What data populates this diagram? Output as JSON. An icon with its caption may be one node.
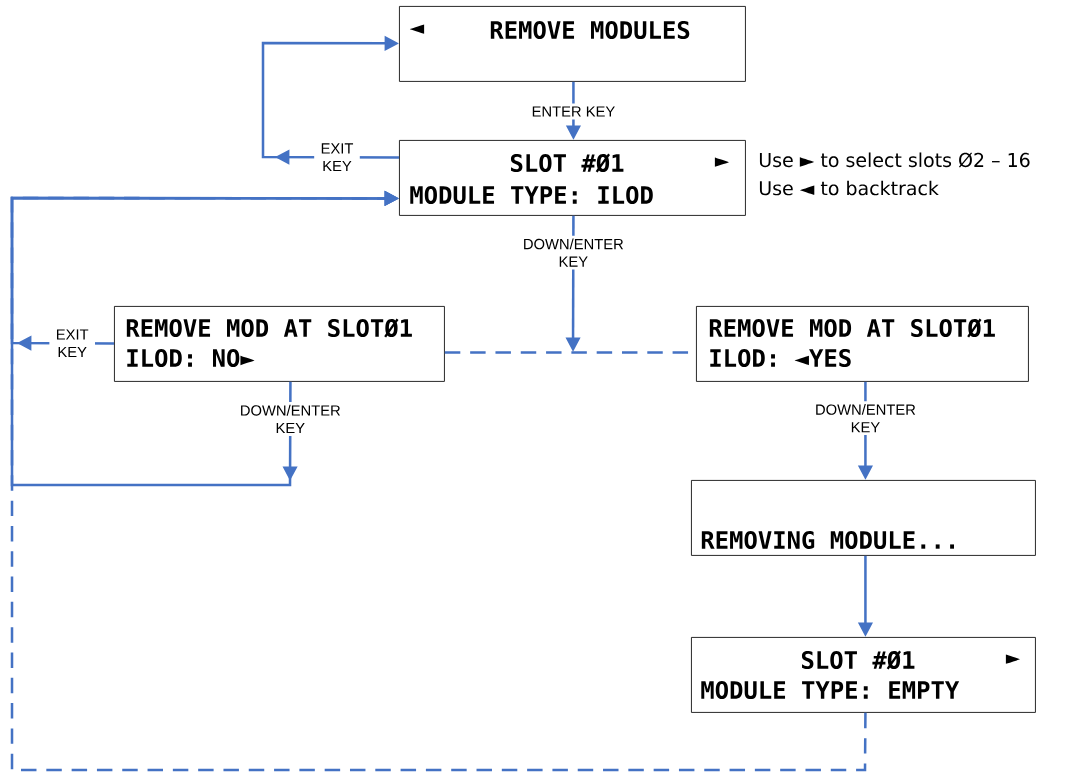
{
  "diagram": {
    "nodes": [
      {
        "text": [
          "◄",
          "REMOVE MODULES"
        ]
      },
      {
        "text": [
          "SLOT #Ø1",
          "►",
          "MODULE TYPE: ILOD"
        ],
        "beside": [
          "Use ► to select slots Ø2 – 16",
          "Use ◄ to backtrack"
        ]
      },
      {
        "text": [
          "REMOVE MOD AT SLOTØ1",
          "ILOD: NO►"
        ]
      },
      {
        "text": [
          "REMOVE MOD AT SLOTØ1",
          "ILOD: ◄YES"
        ]
      },
      {
        "text": [
          "REMOVING MODULE..."
        ]
      },
      {
        "text": [
          "SLOT #Ø1",
          "►",
          "MODULE TYPE: EMPTY"
        ]
      }
    ],
    "edges": [
      {
        "from": 0,
        "to": 1,
        "arrow": "to",
        "label": "ENTER KEY"
      },
      {
        "from": 1,
        "to": 0,
        "arrow": "to",
        "label": "EXIT KEY"
      },
      {
        "from": 1,
        "to": null,
        "arrow": "to",
        "label": "DOWN/ENTER KEY"
      },
      {
        "from": 2,
        "to": 3,
        "arrow": "none",
        "style": "dashed"
      },
      {
        "from": 2,
        "to": 1,
        "arrow": "to",
        "label": "EXIT KEY"
      },
      {
        "from": 2,
        "to": 1,
        "arrow": "to",
        "label": "DOWN/ENTER KEY"
      },
      {
        "from": 3,
        "to": 4,
        "arrow": "to",
        "label": "DOWN/ENTER KEY"
      },
      {
        "from": 4,
        "to": 5,
        "arrow": "to"
      },
      {
        "from": 5,
        "to": 1,
        "arrow": "to",
        "style": "dashed"
      }
    ]
  }
}
